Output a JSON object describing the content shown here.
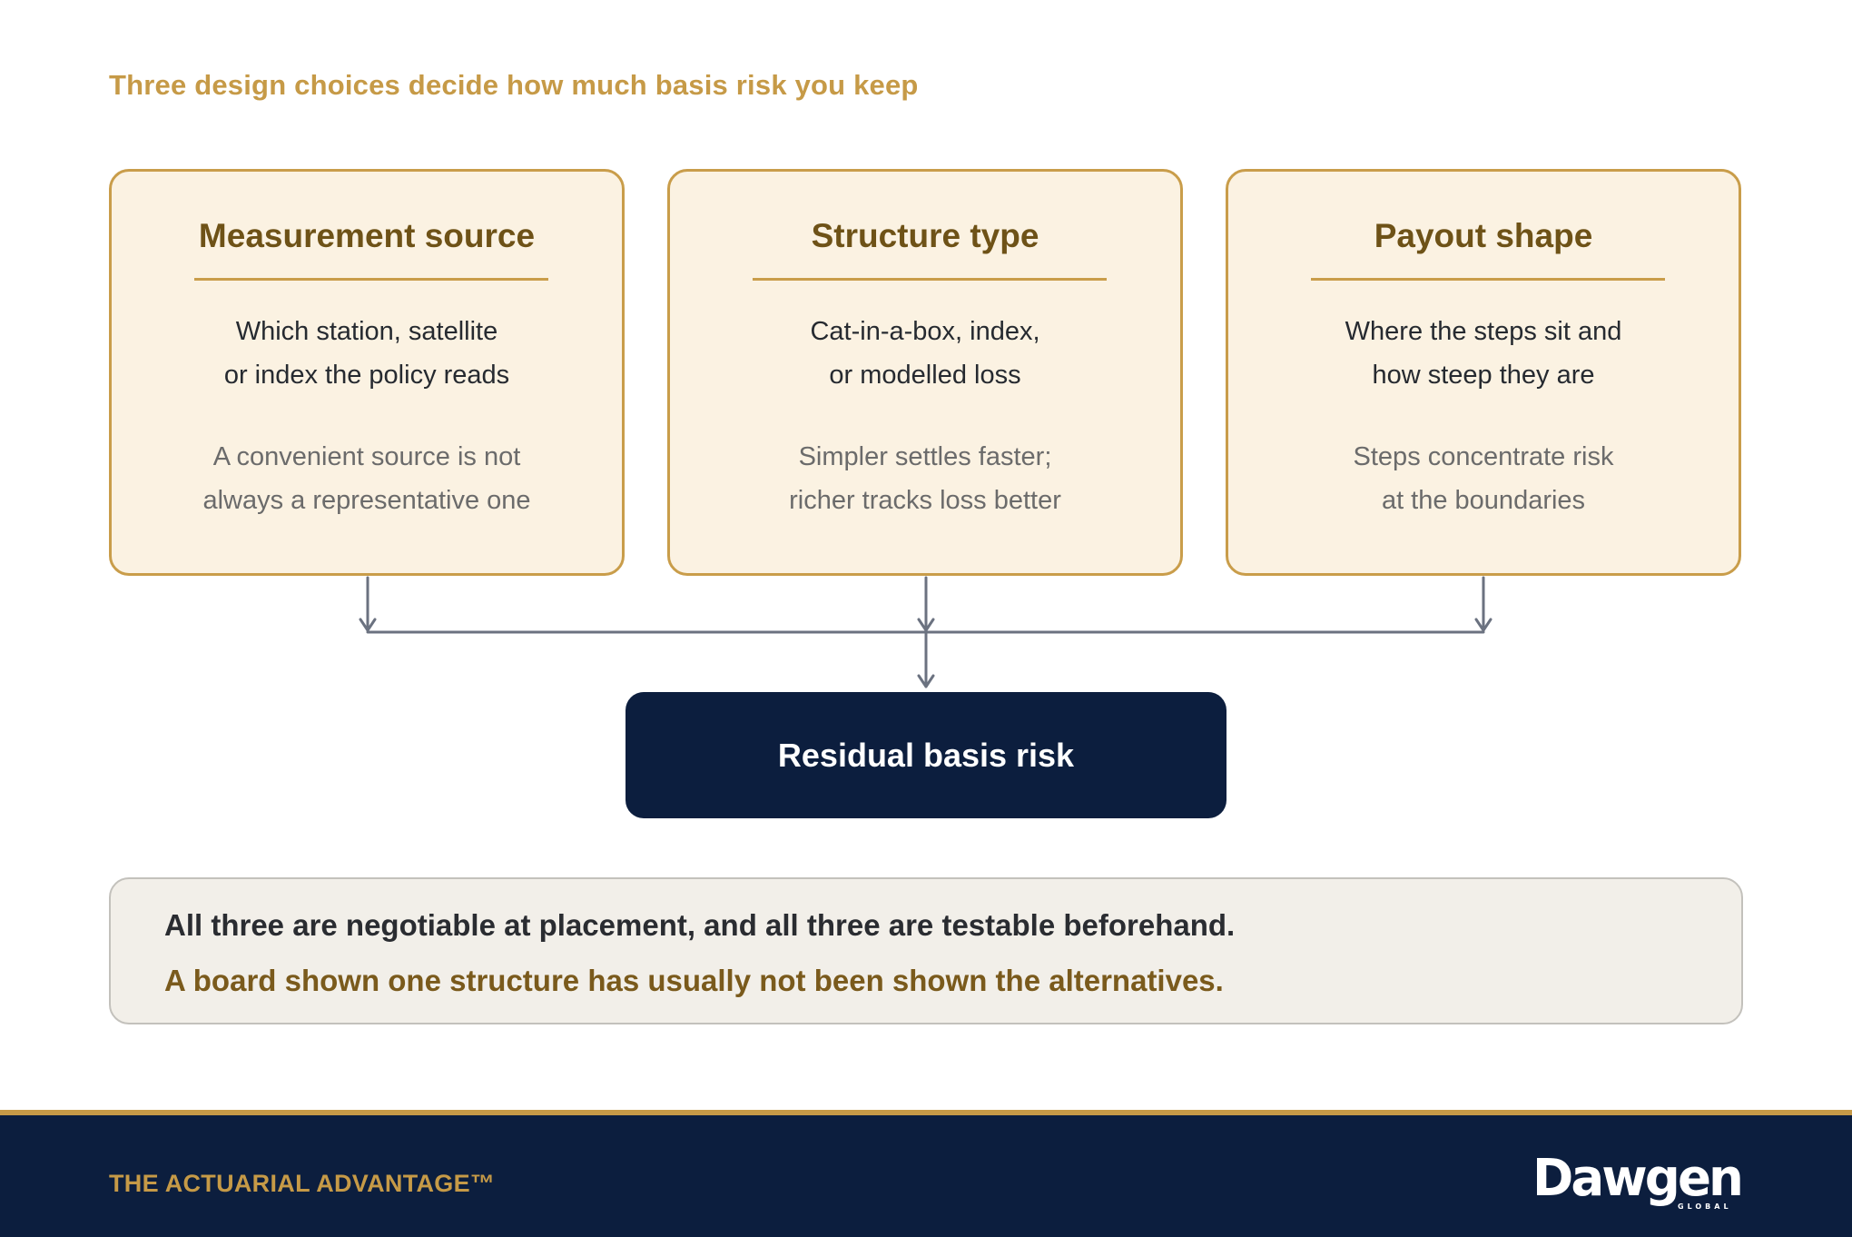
{
  "header": {
    "eyebrow": "Three design choices decide how much basis risk you keep"
  },
  "cards": [
    {
      "title": "Measurement source",
      "question": [
        "Which station, satellite",
        "or index the policy reads"
      ],
      "implication": [
        "A convenient source is not",
        "always a representative one"
      ]
    },
    {
      "title": "Structure type",
      "question": [
        "Cat-in-a-box, index,",
        "or modelled loss"
      ],
      "implication": [
        "Simpler settles faster;",
        "richer tracks loss better"
      ]
    },
    {
      "title": "Payout shape",
      "question": [
        "Where the steps sit and",
        "how steep they are"
      ],
      "implication": [
        "Steps concentrate risk",
        "at the boundaries"
      ]
    }
  ],
  "result": {
    "label": "Residual basis risk"
  },
  "note": {
    "line1": "All three are negotiable at placement, and all three are testable beforehand.",
    "line2": "A board shown one structure has usually not been shown the alternatives."
  },
  "footer": {
    "brand": "THE ACTUARIAL ADVANTAGE™",
    "logo_text": "Dawgen",
    "logo_subtext": "GLOBAL"
  },
  "colors": {
    "gold": "#c69a47",
    "card_fill": "#fbf2e2",
    "navy": "#0c1e3e",
    "connector": "#6b7280",
    "note_fill": "#f2efe9"
  }
}
